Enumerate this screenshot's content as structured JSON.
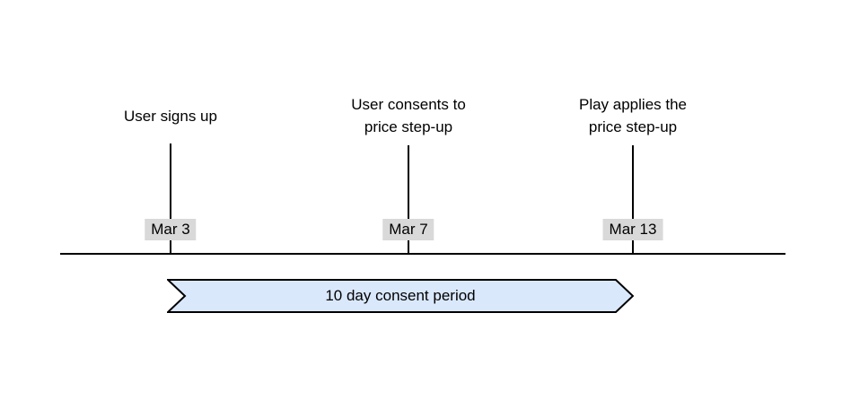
{
  "events": [
    {
      "title": "User signs up",
      "date": "Mar 3"
    },
    {
      "title": "User consents to\nprice step-up",
      "date": "Mar 7"
    },
    {
      "title": "Play applies the\nprice step-up",
      "date": "Mar 13"
    }
  ],
  "banner": {
    "label": "10 day consent period",
    "fill": "#dae8fc",
    "border": "#000000"
  },
  "colors": {
    "date_label_bg": "#d9d9d9",
    "line": "#000000",
    "background": "#ffffff"
  }
}
